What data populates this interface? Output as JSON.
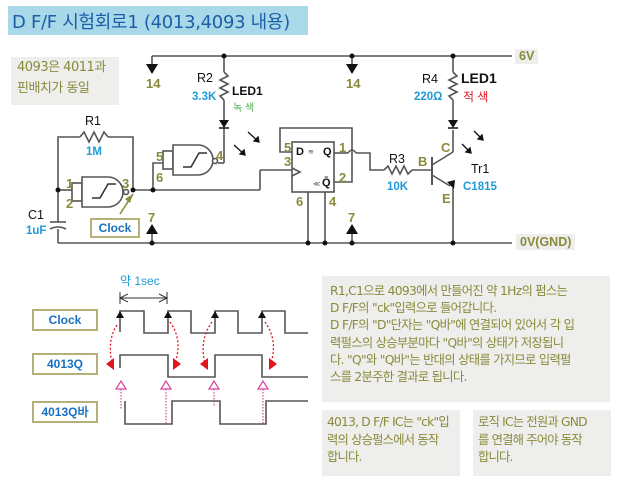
{
  "title": "D F/F 시험회로1 (4013,4093 내용)",
  "notes": {
    "pinout_note": [
      "4093은 4011과",
      "핀배치가 동일"
    ],
    "explanation": [
      "R1,C1으로 4093에서 만들어진 약 1Hz의 펌스는",
      "D F/F의 \"ck\"입력으로 들어갑니다.",
      "D F/F의 \"D\"단자는 \"Q바\"에 연결되어 있어서 각 입",
      "력펄스의 상승부분마다 \"Q바\"의 상태가 저장됩니",
      "다. \"Q\"와 \"Q바\"는 반대의 상태를 가지므로 입력펄",
      "스를 2분주한 결과로 됩니다."
    ],
    "edge_note": [
      "4013, D F/F IC는 \"ck\"입",
      "력의 상승펄스에서 동작",
      "합니다."
    ],
    "power_note": [
      "로직 IC는 전원과 GND",
      "를 연결해 주어야 동작",
      "합니다."
    ]
  },
  "rails": {
    "vcc": "6V",
    "gnd": "0V(GND)"
  },
  "components": {
    "r1": {
      "name": "R1",
      "value": "1M"
    },
    "c1": {
      "name": "C1",
      "value": "1uF"
    },
    "r2": {
      "name": "R2",
      "value": "3.3K"
    },
    "led_green": {
      "name": "LED1",
      "color_label": "녹 색"
    },
    "r3": {
      "name": "R3",
      "value": "10K"
    },
    "r4": {
      "name": "R4",
      "value": "220Ω"
    },
    "led_red": {
      "name": "LED1",
      "color_label": "적 색"
    },
    "tr1": {
      "name": "Tr1",
      "value": "C1815",
      "pins": {
        "b": "B",
        "c": "C",
        "e": "E"
      }
    },
    "ff": {
      "d": "D",
      "q": "Q",
      "qbar": "Q̄"
    }
  },
  "pins": {
    "g1_in1": "1",
    "g1_in2": "2",
    "g1_out": "3",
    "g2_in1": "5",
    "g2_in2": "6",
    "g2_out": "4",
    "ff_d": "5",
    "ff_ck": "3",
    "ff_q": "1",
    "ff_qbar": "2",
    "ff_set": "6",
    "ff_reset": "4",
    "vdd_4093": "14",
    "vdd_4013": "14",
    "vss_4093": "7",
    "vss_4013": "7"
  },
  "clock_callout": "Clock",
  "timing": {
    "period_label": "약 1sec",
    "signals": [
      "Clock",
      "4013Q",
      "4013Q바"
    ]
  },
  "colors": {
    "title_bg": "#a9d8e8",
    "title_text": "#1a5fa8",
    "pin_text": "#8a8a3c",
    "value_text": "#1e9ad6",
    "arrow_red": "#e0161e",
    "arrow_pink": "#e0409a"
  }
}
